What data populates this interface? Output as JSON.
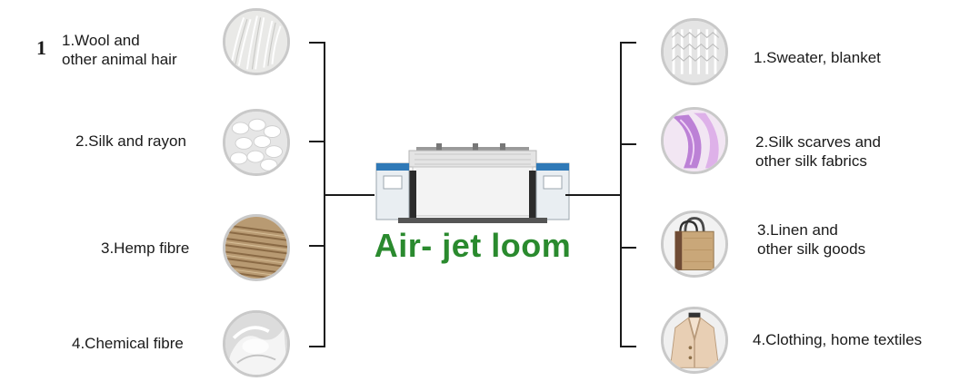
{
  "stray_mark": "1",
  "title": "Air- jet loom",
  "colors": {
    "title": "#2a8a2e",
    "line": "#1a1a1a",
    "circle_border": "#c9c9c9"
  },
  "inputs": [
    {
      "label": "1.Wool and\nother animal hair",
      "icon": "wool-fur-icon"
    },
    {
      "label": "2.Silk and rayon",
      "icon": "silk-cocoons-icon"
    },
    {
      "label": "3.Hemp fibre",
      "icon": "hemp-twine-icon"
    },
    {
      "label": "4.Chemical fibre",
      "icon": "chemical-fibre-icon"
    }
  ],
  "outputs": [
    {
      "label": "1.Sweater, blanket",
      "icon": "knit-sweater-icon"
    },
    {
      "label": "2.Silk scarves and\nother silk fabrics",
      "icon": "silk-scarf-icon"
    },
    {
      "label": "3.Linen and\nother silk goods",
      "icon": "linen-bag-icon"
    },
    {
      "label": "4.Clothing, home textiles",
      "icon": "coat-icon"
    }
  ]
}
